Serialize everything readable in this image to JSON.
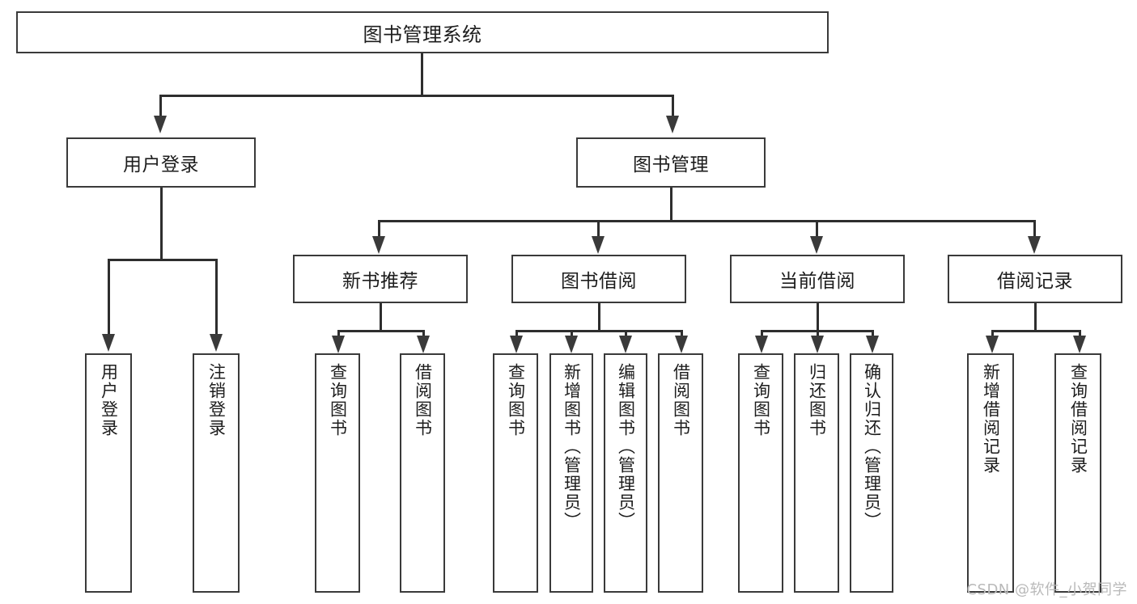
{
  "diagram": {
    "title": "图书管理系统",
    "type": "tree-hierarchy",
    "watermark": "CSDN @软件_小贺同学",
    "colors": {
      "stroke": "#3a3a3a",
      "fill": "#ffffff",
      "text": "#1d1d1d",
      "watermark": "#b9b9b9"
    }
  },
  "nodes": {
    "root": {
      "label": "图书管理系统"
    },
    "level2": [
      {
        "id": "user-login",
        "label": "用户登录"
      },
      {
        "id": "book-manage",
        "label": "图书管理"
      }
    ],
    "level3": [
      {
        "id": "new-book-recommend",
        "label": "新书推荐"
      },
      {
        "id": "book-borrow",
        "label": "图书借阅"
      },
      {
        "id": "current-borrow",
        "label": "当前借阅"
      },
      {
        "id": "borrow-record",
        "label": "借阅记录"
      }
    ],
    "leaves": {
      "user-login": [
        {
          "id": "leaf-user-login",
          "label": "用户登录"
        },
        {
          "id": "leaf-user-logout",
          "label": "注销登录"
        }
      ],
      "new-book-recommend": [
        {
          "id": "leaf-query-book-1",
          "label": "查询图书"
        },
        {
          "id": "leaf-borrow-book-1",
          "label": "借阅图书"
        }
      ],
      "book-borrow": [
        {
          "id": "leaf-query-book-2",
          "label": "查询图书"
        },
        {
          "id": "leaf-add-book",
          "label": "新增图书（管理员）"
        },
        {
          "id": "leaf-edit-book",
          "label": "编辑图书（管理员）"
        },
        {
          "id": "leaf-borrow-book-2",
          "label": "借阅图书"
        }
      ],
      "current-borrow": [
        {
          "id": "leaf-query-book-3",
          "label": "查询图书"
        },
        {
          "id": "leaf-return-book",
          "label": "归还图书"
        },
        {
          "id": "leaf-confirm-return",
          "label": "确认归还（管理员）"
        }
      ],
      "borrow-record": [
        {
          "id": "leaf-add-record",
          "label": "新增借阅记录"
        },
        {
          "id": "leaf-query-record",
          "label": "查询借阅记录"
        }
      ]
    }
  }
}
